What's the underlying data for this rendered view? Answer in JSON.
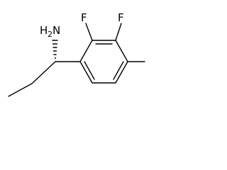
{
  "molecule": {
    "labels": {
      "amine_h": "H",
      "amine_sub": "2",
      "amine_n": "N",
      "fluorine_left": "F",
      "fluorine_right": "F"
    }
  }
}
